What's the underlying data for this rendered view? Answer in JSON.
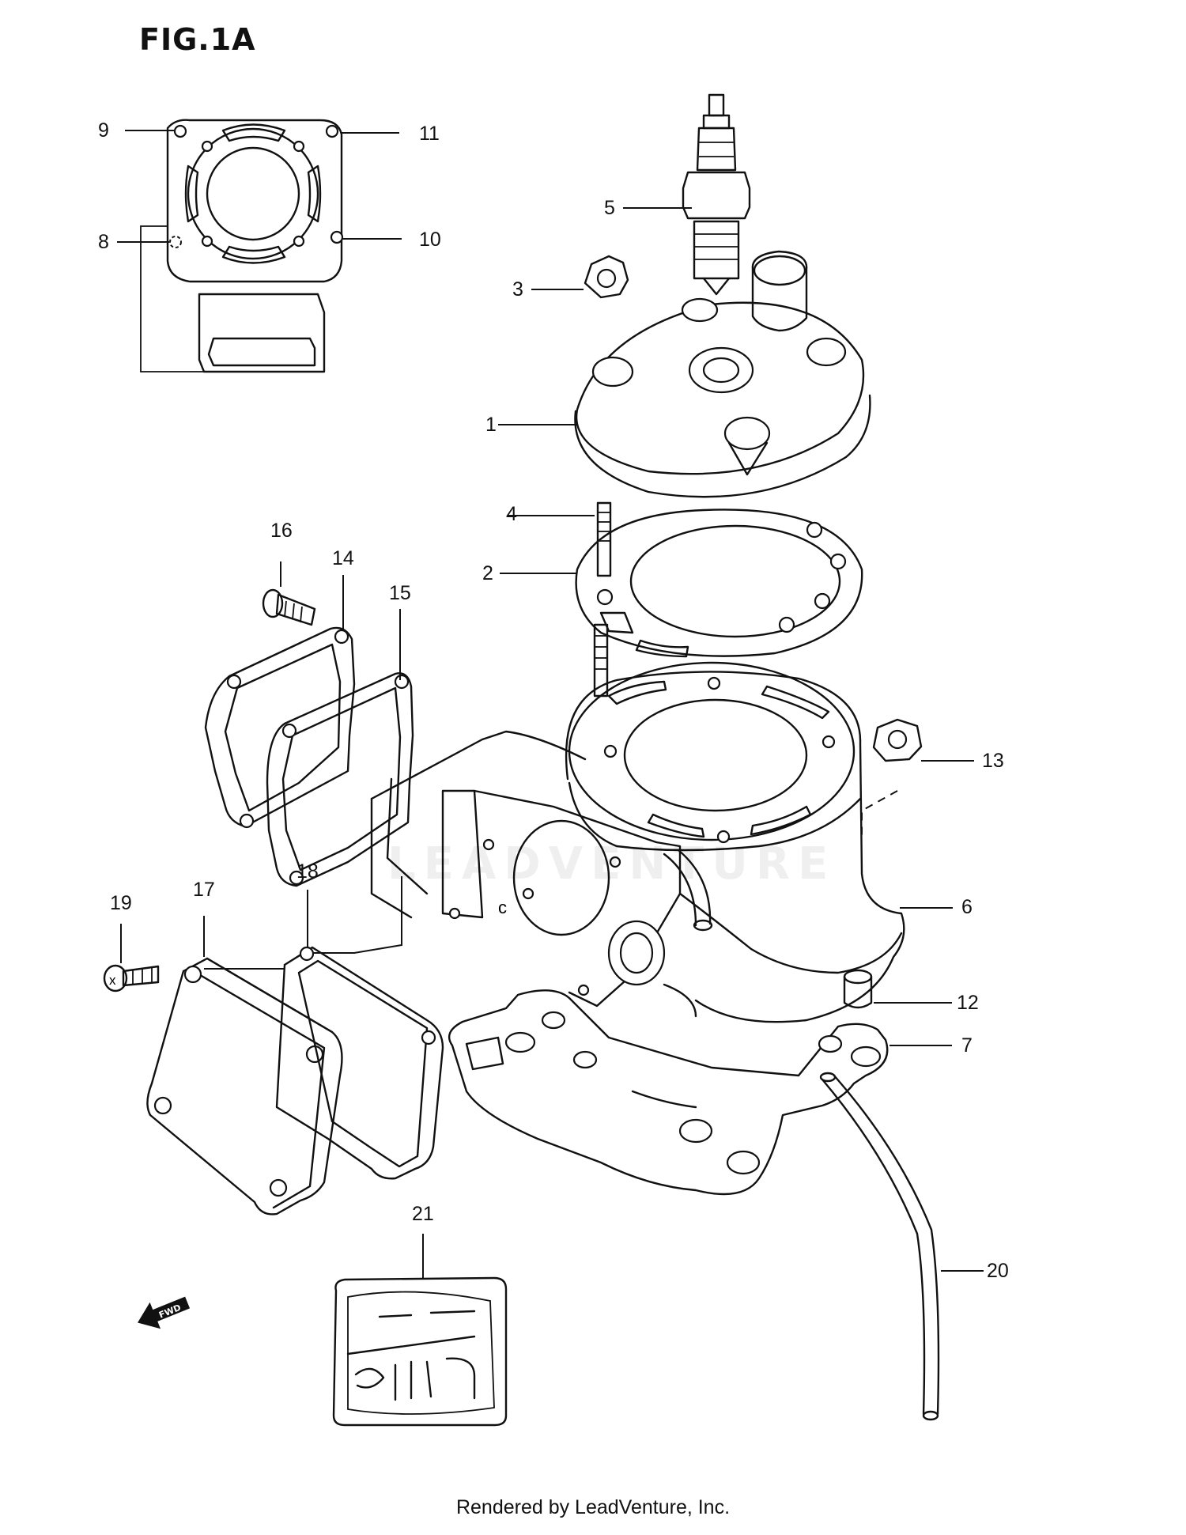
{
  "title": "FIG.1A",
  "footer": "Rendered by LeadVenture, Inc.",
  "watermark": "LEADVENTURE",
  "fwd_label": "FWD",
  "callouts": {
    "c1": "1",
    "c2": "2",
    "c3": "3",
    "c4": "4",
    "c5": "5",
    "c6": "6",
    "c7": "7",
    "c8": "8",
    "c9": "9",
    "c10": "10",
    "c11": "11",
    "c12": "12",
    "c13": "13",
    "c14": "14",
    "c15": "15",
    "c16": "16",
    "c17": "17",
    "c18": "18",
    "c19": "19",
    "c20": "20",
    "c21": "21"
  }
}
